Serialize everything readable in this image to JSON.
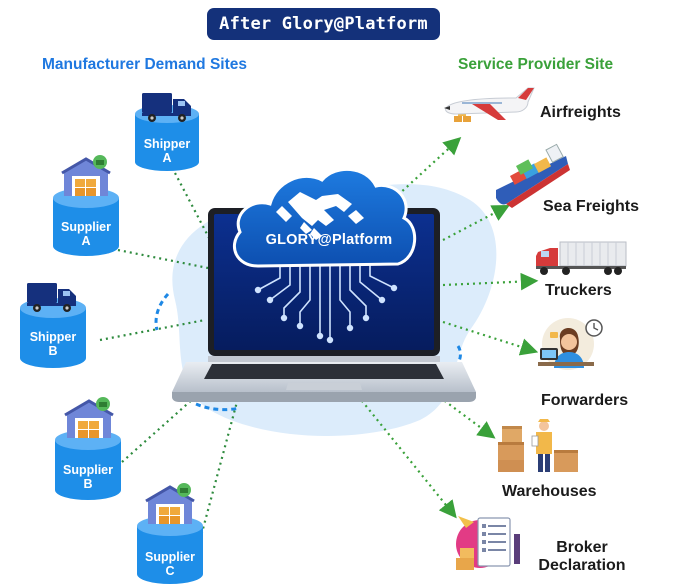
{
  "title": "After Glory@Platform",
  "left_header": "Manufacturer Demand Sites",
  "right_header": "Service Provider Site",
  "platform_name": "GLORY@Platform",
  "demand_sites": [
    {
      "line1": "Shipper",
      "line2": "A",
      "icon": "truck-icon"
    },
    {
      "line1": "Supplier",
      "line2": "A",
      "icon": "warehouse-icon"
    },
    {
      "line1": "Shipper",
      "line2": "B",
      "icon": "truck-icon"
    },
    {
      "line1": "Supplier",
      "line2": "B",
      "icon": "warehouse-icon"
    },
    {
      "line1": "Supplier",
      "line2": "C",
      "icon": "warehouse-icon"
    }
  ],
  "service_providers": [
    {
      "label": "Airfreights",
      "icon": "airplane-icon"
    },
    {
      "label": "Sea Freights",
      "icon": "cargo-ship-icon"
    },
    {
      "label": "Truckers",
      "icon": "semi-truck-icon"
    },
    {
      "label": "Forwarders",
      "icon": "call-center-agent-icon"
    },
    {
      "label": "Warehouses",
      "icon": "warehouse-worker-icon"
    },
    {
      "label": "Broker Declaration",
      "icon": "customs-document-icon"
    }
  ],
  "colors": {
    "title_bg": "#14317a",
    "left_header": "#1f78e0",
    "right_header": "#3aa13a",
    "cylinder": "#1e8ee8",
    "connector_left": "#2e8b3e",
    "connector_right": "#3aa13a",
    "cloud": "#1565c0",
    "laptop_screen": "#0a2a7c"
  }
}
